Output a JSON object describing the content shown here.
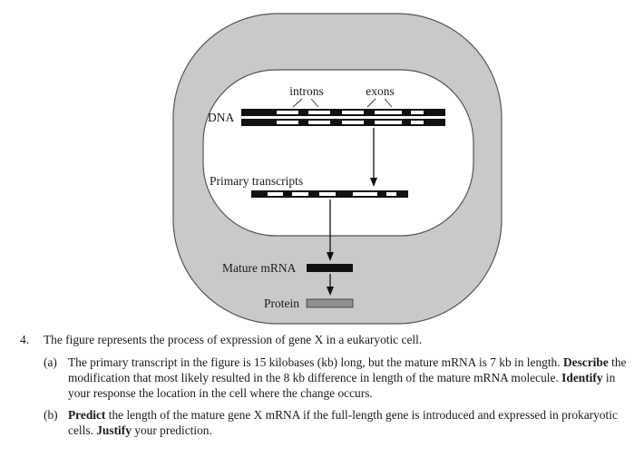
{
  "figure": {
    "labels": {
      "introns": "introns",
      "exons": "exons",
      "dna": "DNA",
      "primary_transcripts": "Primary transcripts",
      "mature_mrna": "Mature mRNA",
      "protein": "Protein"
    },
    "colors": {
      "cytoplasm": "#c9c9c9",
      "nucleus": "#ffffff",
      "outline": "#555555",
      "dark": "#111111",
      "protein_fill": "#8f8f8f"
    }
  },
  "question": {
    "number": "4.",
    "stem": "The figure represents the process of expression of gene X in a eukaryotic cell.",
    "parts": [
      {
        "label": "(a)",
        "text1": "The primary transcript in the figure is 15 kilobases (kb) long, but the mature mRNA is 7 kb in length.",
        "kw1": "Describe",
        "text2": " the modification that most likely resulted in the 8 kb difference in length of the mature mRNA molecule. ",
        "kw2": "Identify",
        "text3": " in your response the location in the cell where the change occurs."
      },
      {
        "label": "(b)",
        "kw1": "Predict",
        "text1": " the length of the mature gene X mRNA if the full-length gene is introduced and expressed in prokaryotic cells. ",
        "kw2": "Justify",
        "text2": " your prediction."
      }
    ]
  }
}
